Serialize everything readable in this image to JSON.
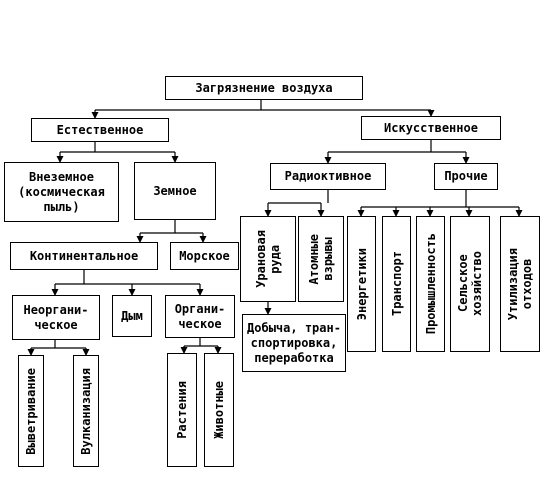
{
  "nodes": {
    "root": "Загрязнение воздуха",
    "natural": "Естественное",
    "artificial": "Искусственное",
    "extraterrestrial": "Внеземное\n(космическая\nпыль)",
    "terrestrial": "Земное",
    "radioactive": "Радиоктивное",
    "other": "Прочие",
    "uranium_ore": "Урановая\nруда",
    "atomic_explosions": "Атомные\nвзрывы",
    "mining": "Добыча, тран-\nспортировка,\nпереработка",
    "energy": "Энергетики",
    "transport": "Транспорт",
    "industry": "Промышленность",
    "agriculture": "Сельское\nхозяйство",
    "waste": "Утилизация\nотходов",
    "continental": "Континентальное",
    "marine": "Морское",
    "inorganic": "Неоргани-\nческое",
    "smoke": "Дым",
    "organic": "Органи-\nческое",
    "weathering": "Выветривание",
    "volcanism": "Вулканизация",
    "plants": "Растения",
    "animals": "Животные"
  }
}
